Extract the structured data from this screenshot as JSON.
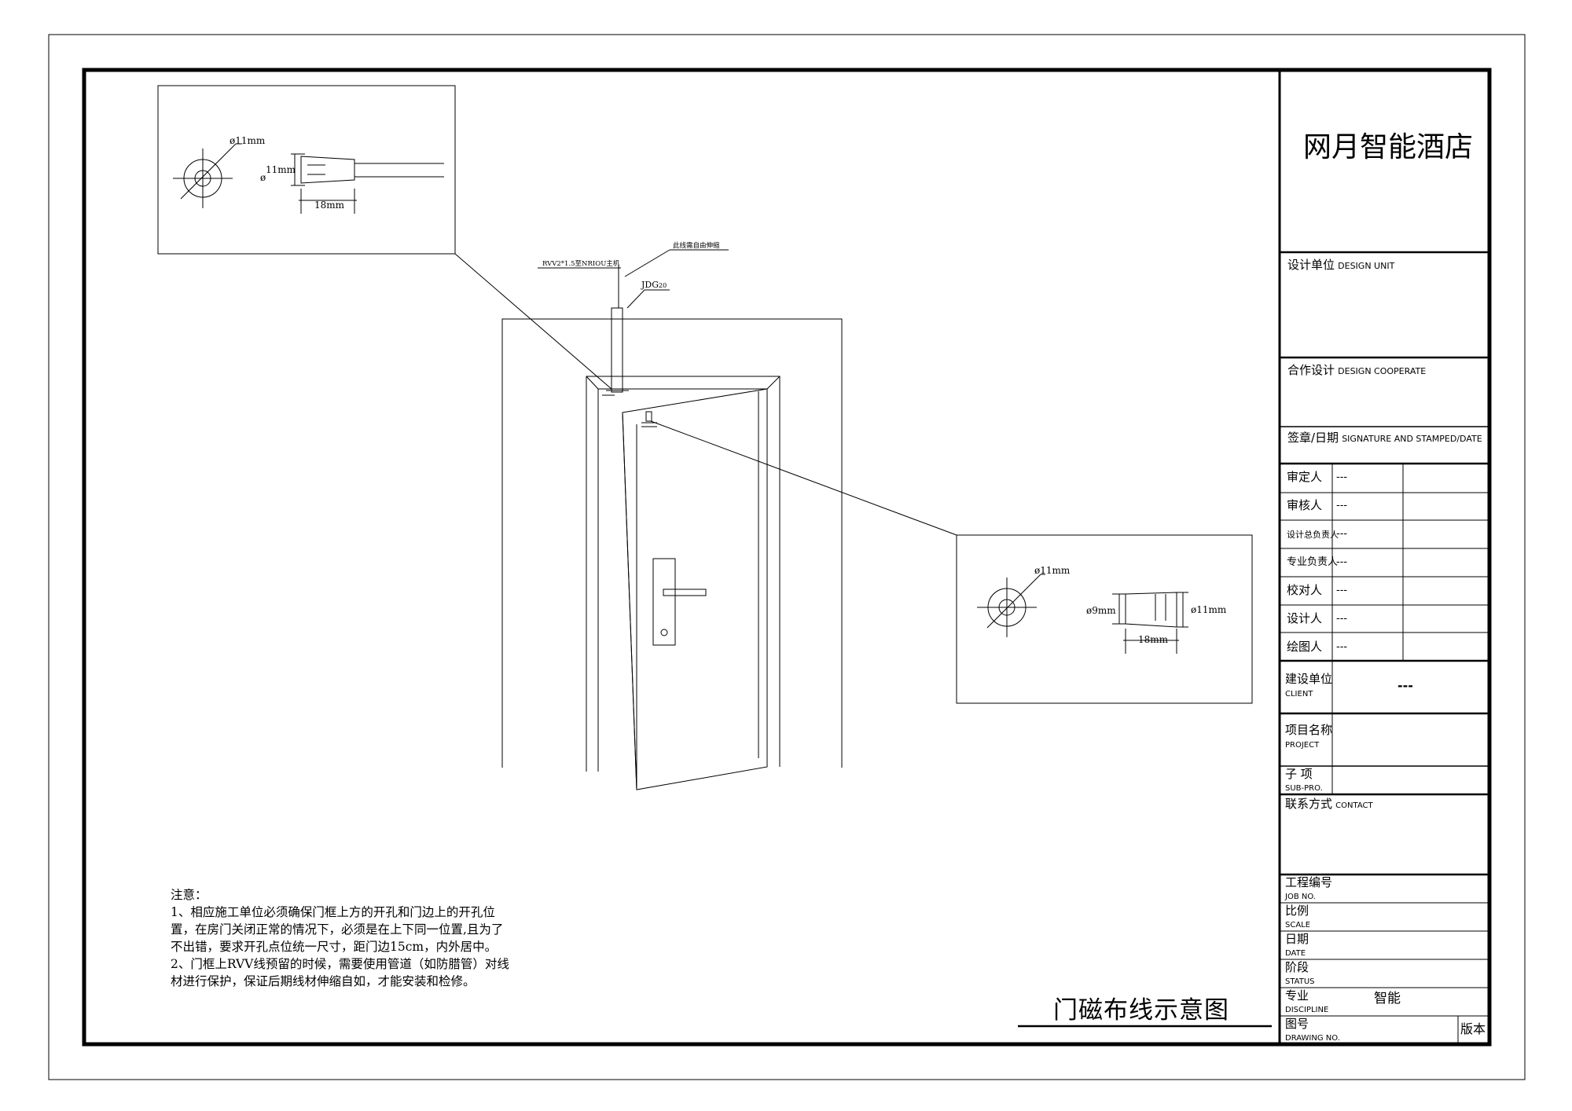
{
  "project_title": "网月智能酒店",
  "drawing_title": "门磁布线示意图",
  "title_block": {
    "design_unit": {
      "cn": "设计单位",
      "en": "DESIGN UNIT"
    },
    "design_cooperate": {
      "cn": "合作设计",
      "en": "DESIGN COOPERATE"
    },
    "signature": {
      "cn": "签章/日期",
      "en": "SIGNATURE AND STAMPED/DATE"
    },
    "roles": [
      {
        "label": "审定人",
        "value": "---"
      },
      {
        "label": "审核人",
        "value": "---"
      },
      {
        "label": "设计总负责人",
        "value": "---"
      },
      {
        "label": "专业负责人",
        "value": "---"
      },
      {
        "label": "校对人",
        "value": "---"
      },
      {
        "label": "设计人",
        "value": "---"
      },
      {
        "label": "绘图人",
        "value": "---"
      }
    ],
    "client": {
      "cn": "建设单位",
      "en": "CLIENT",
      "value": "---"
    },
    "project": {
      "cn": "项目名称",
      "en": "PROJECT"
    },
    "sub_project": {
      "cn": "子 项",
      "en": "SUB-PRO."
    },
    "contact": {
      "cn": "联系方式",
      "en": "CONTACT"
    },
    "job_no": {
      "cn": "工程编号",
      "en": "JOB NO."
    },
    "scale": {
      "cn": "比例",
      "en": "SCALE"
    },
    "date": {
      "cn": "日期",
      "en": "DATE"
    },
    "status": {
      "cn": "阶段",
      "en": "STATUS"
    },
    "discipline": {
      "cn": "专业",
      "en": "DISCIPLINE",
      "value": "智能"
    },
    "drawing_no": {
      "cn": "图号",
      "en": "DRAWING NO.",
      "version": "版本"
    }
  },
  "annotations": {
    "cable_label": "RVV2*1.5至NRIOU主机",
    "free_stretch": "此线需自由伸缩",
    "conduit": "JDG",
    "conduit_size": "20"
  },
  "detail_top": {
    "dia_hole": "ø11mm",
    "dia_side": "11mm",
    "dia_symbol": "ø",
    "length": "18mm"
  },
  "detail_right": {
    "dia_hole": "ø11mm",
    "dia_small": "ø9mm",
    "dia_large": "ø11mm",
    "length": "18mm"
  },
  "notes": [
    "注意：",
    "1、相应施工单位必须确保门框上方的开孔和门边上的开孔位",
    "置，在房门关闭正常的情况下，必须是在上下同一位置,且为了",
    "不出错，要求开孔点位统一尺寸，距门边15cm，内外居中。",
    "2、门框上RVV线预留的时候，需要使用管道（如防腊管）对线",
    "材进行保护，保证后期线材伸缩自如，才能安装和检修。"
  ]
}
